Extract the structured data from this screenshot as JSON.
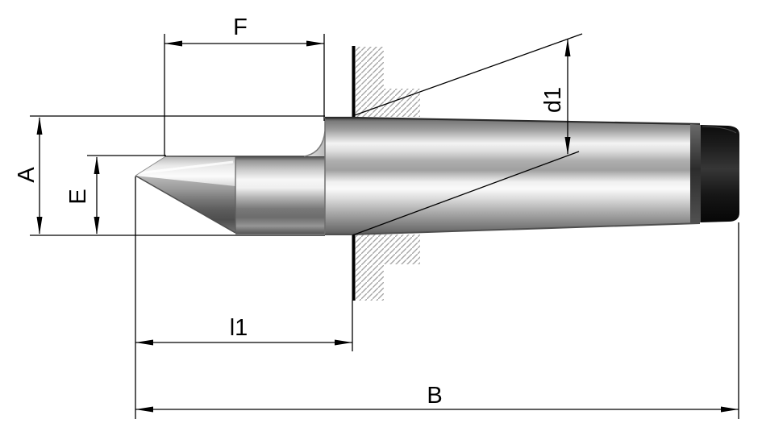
{
  "drawing": {
    "kind": "dimensioned technical drawing of a lathe dead center (taper shank with 60° point), shown with sectioned sleeve hatching",
    "labels": {
      "f": "F",
      "a": "A",
      "e": "E",
      "l1": "l1",
      "b": "B",
      "d1": "d1"
    },
    "colors": {
      "background": "#ffffff",
      "dimension_lines": "#000000",
      "hatch": "#a6a6a6",
      "metal_highlight": "#f5f5f5",
      "metal_shadow": "#5a5a5a",
      "tang_cap": "#141414"
    }
  }
}
